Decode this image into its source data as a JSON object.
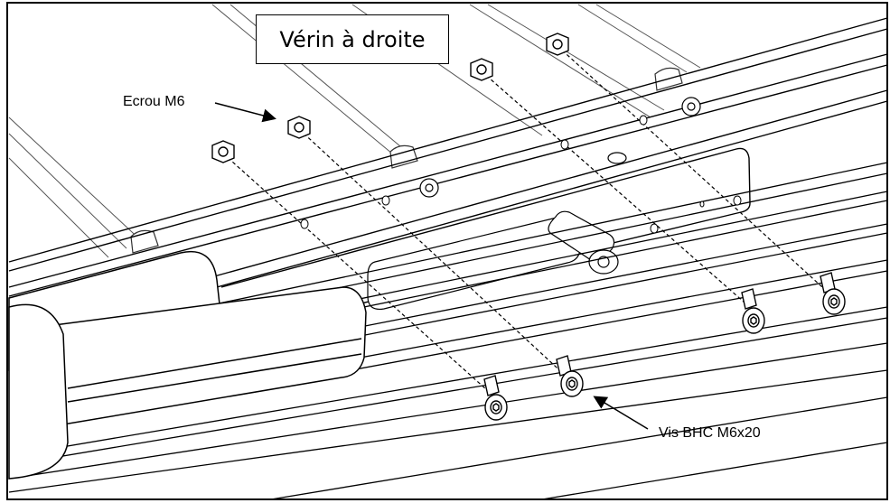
{
  "title": "Vérin à droite",
  "labels": {
    "nut": "Ecrou M6",
    "screw": "Vis BHC M6x20"
  },
  "colors": {
    "line": "#000000",
    "background": "#ffffff"
  }
}
